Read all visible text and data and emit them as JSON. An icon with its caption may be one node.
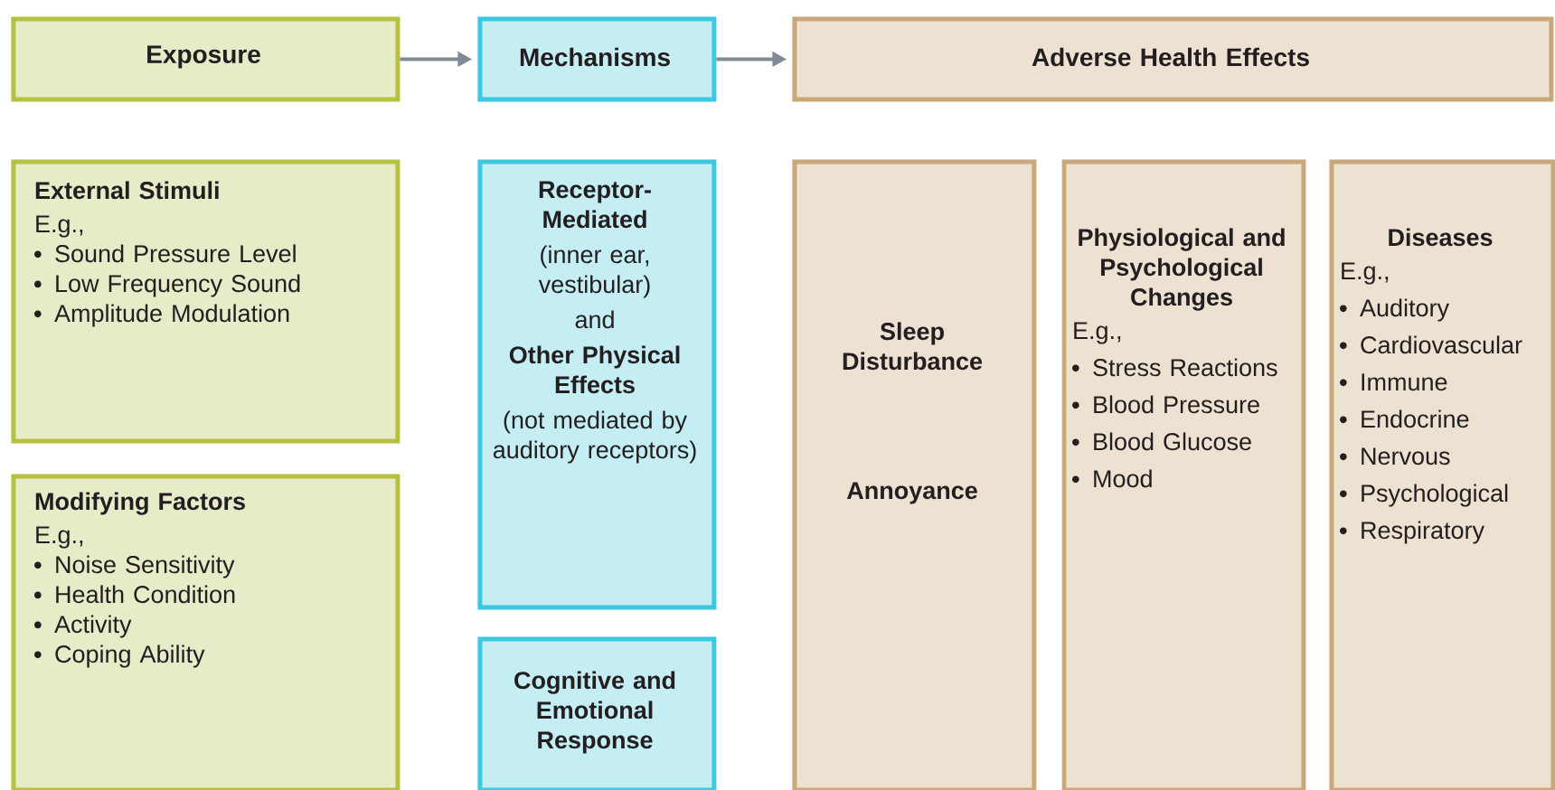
{
  "diagram": {
    "nodes": [
      {
        "text": [
          "Exposure"
        ]
      },
      {
        "text": [
          "Mechanisms"
        ]
      },
      {
        "text": [
          "Adverse Health Effects"
        ]
      },
      {
        "text": [
          "External Stimuli",
          "E.g.,",
          "Sound Pressure Level",
          "Low Frequency Sound",
          "Amplitude Modulation"
        ]
      },
      {
        "text": [
          "Modifying Factors",
          "E.g.,",
          "Noise Sensitivity",
          "Health Condition",
          "Activity",
          "Coping Ability"
        ]
      },
      {
        "text": [
          "Receptor-Mediated",
          "(inner ear, vestibular)",
          "and",
          "Other Physical Effects",
          "(not mediated by auditory receptors)"
        ]
      },
      {
        "text": [
          "Cognitive and Emotional Response"
        ]
      },
      {
        "text": [
          "Sleep Disturbance",
          "Annoyance"
        ]
      },
      {
        "text": [
          "Physiological and Psychological Changes",
          "E.g.,",
          "Stress Reactions",
          "Blood Pressure",
          "Blood Glucose",
          "Mood"
        ]
      },
      {
        "text": [
          "Diseases",
          "E.g.,",
          "Auditory",
          "Cardiovascular",
          "Immune",
          "Endocrine",
          "Nervous",
          "Psychological",
          "Respiratory"
        ]
      }
    ],
    "edges": [
      {
        "from": 0,
        "to": 1,
        "arrow": "to"
      },
      {
        "from": 1,
        "to": 2,
        "arrow": "to"
      }
    ]
  }
}
